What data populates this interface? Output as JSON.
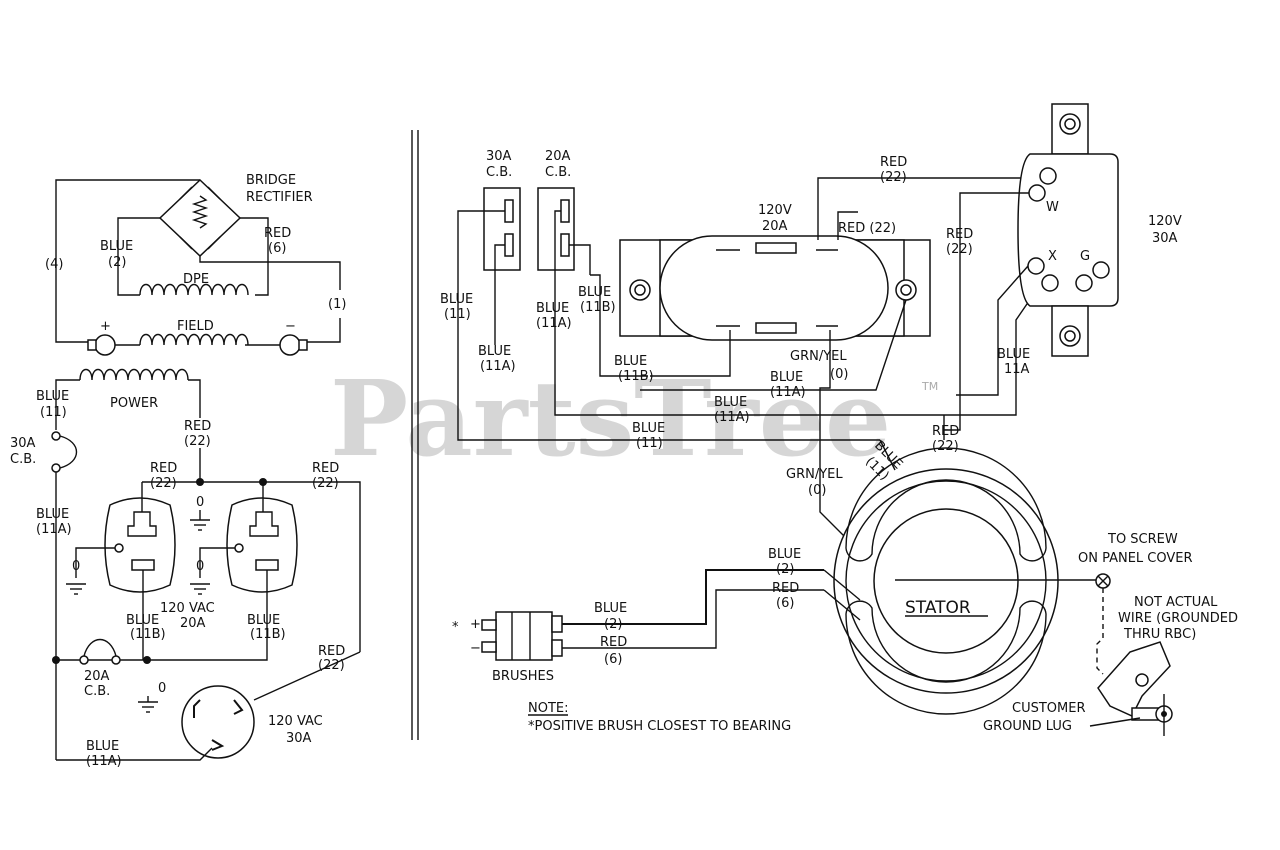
{
  "labels": {
    "bridge_rectifier_1": "BRIDGE",
    "bridge_rectifier_2": "RECTIFIER",
    "blue": "BLUE",
    "red": "RED",
    "n2": "(2)",
    "n4": "(4)",
    "n6": "(6)",
    "n1": "(1)",
    "dpe": "DPE",
    "field": "FIELD",
    "plus": "+",
    "minus": "−",
    "power": "POWER",
    "n11": "(11)",
    "n22": "(22)",
    "n11a": "(11A)",
    "n11b": "(11B)",
    "cb30a_1": "30A",
    "cb30a_2": "C.B.",
    "cb20a_1": "20A",
    "cb20a_2": "C.B.",
    "recept20_1": "120 VAC",
    "recept20_2": "20A",
    "recept30_1": "120 VAC",
    "recept30_2": "30A",
    "zero": "0",
    "cb30_top_1": "30A",
    "cb30_top_2": "C.B.",
    "cb20_top_1": "20A",
    "cb20_top_2": "C.B.",
    "v120_20a_1": "120V",
    "v120_20a_2": "20A",
    "red22_inline": "RED (22)",
    "v120_30a_1": "120V",
    "v120_30a_2": "30A",
    "w": "W",
    "x": "X",
    "g": "G",
    "grn_yel": "GRN/YEL",
    "n0": "(0)",
    "blue_11a_plain": "11A",
    "stator": "STATOR",
    "to_screw_1": "TO SCREW",
    "to_screw_2": "ON PANEL COVER",
    "not_actual_1": "NOT ACTUAL",
    "not_actual_2": "WIRE (GROUNDED",
    "not_actual_3": "THRU RBC)",
    "customer_1": "CUSTOMER",
    "customer_2": "GROUND LUG",
    "brushes": "BRUSHES",
    "asterisk": "*",
    "note_title": "NOTE:",
    "note_text": "*POSITIVE BRUSH CLOSEST TO BEARING",
    "blue_11_stator": "BLUE",
    "watermark": "PartsTree",
    "trademark": "TM"
  }
}
